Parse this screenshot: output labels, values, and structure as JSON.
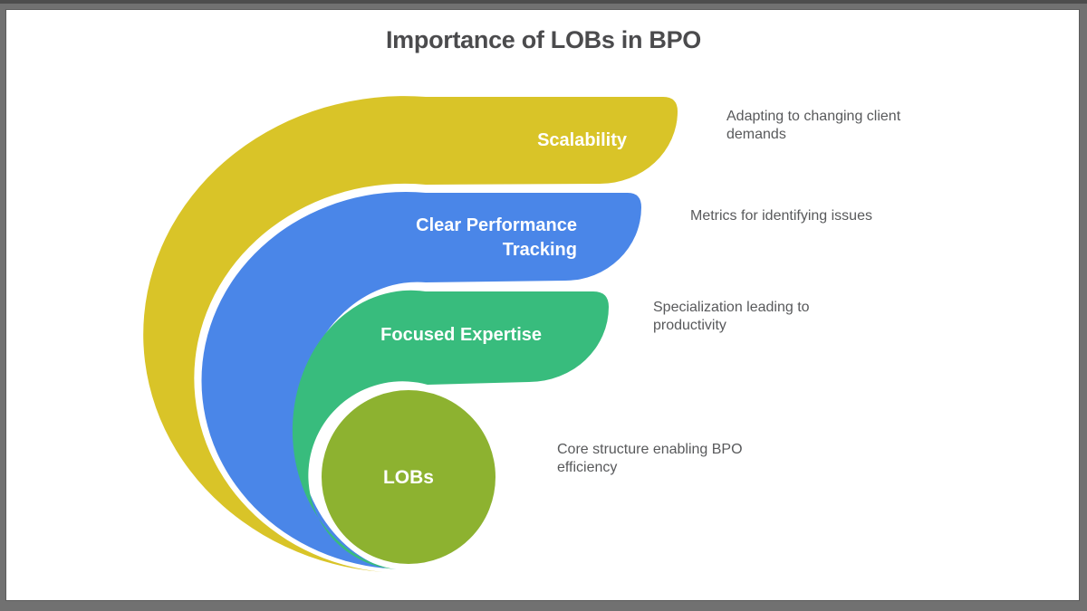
{
  "title": {
    "text": "Importance of LOBs in BPO",
    "color": "#4b4b4d"
  },
  "frame": {
    "color": "#717171",
    "canvas_background": "#ffffff"
  },
  "colors": {
    "scalability_band": "#d9c428",
    "performance_band": "#4a86e8",
    "expertise_band": "#38bc7d",
    "lobs_circle": "#8db230",
    "label_text": "#ffffff",
    "annotation_text": "#58595b"
  },
  "items": [
    {
      "id": "scalability",
      "label_lines": {
        "0": "Scalability"
      },
      "annotation_lines": {
        "0": "Adapting to changing client",
        "1": "demands"
      }
    },
    {
      "id": "clear-performance-tracking",
      "label_lines": {
        "0": "Clear Performance",
        "1": "Tracking"
      },
      "annotation_lines": {
        "0": "Metrics for identifying issues"
      }
    },
    {
      "id": "focused-expertise",
      "label_lines": {
        "0": "Focused Expertise"
      },
      "annotation_lines": {
        "0": "Specialization leading to",
        "1": "productivity"
      }
    },
    {
      "id": "lobs",
      "label_lines": {
        "0": "LOBs"
      },
      "annotation_lines": {
        "0": "Core structure enabling BPO",
        "1": "efficiency"
      }
    }
  ]
}
